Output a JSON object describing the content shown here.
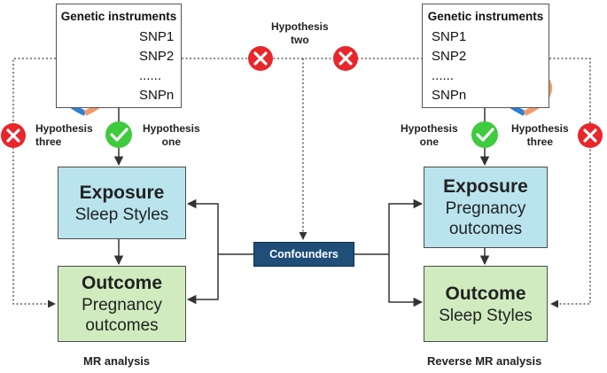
{
  "left": {
    "genetic_title": "Genetic instruments",
    "snps": [
      "SNP1",
      "SNP2",
      "......",
      "SNPn"
    ],
    "exposure_title": "Exposure",
    "exposure_sub_lines": [
      "Sleep Styles"
    ],
    "outcome_title": "Outcome",
    "outcome_sub_lines": [
      "Pregnancy",
      "outcomes"
    ],
    "hypothesis_one": [
      "Hypothesis",
      "one"
    ],
    "hypothesis_three": [
      "Hypothesis",
      "three"
    ],
    "caption": "MR analysis"
  },
  "right": {
    "genetic_title": "Genetic instruments",
    "snps": [
      "SNP1",
      "SNP2",
      "......",
      "SNPn"
    ],
    "exposure_title": "Exposure",
    "exposure_sub_lines": [
      "Pregnancy",
      "outcomes"
    ],
    "outcome_title": "Outcome",
    "outcome_sub_lines": [
      "Sleep Styles"
    ],
    "hypothesis_one": [
      "Hypothesis",
      "one"
    ],
    "hypothesis_three": [
      "Hypothesis",
      "three"
    ],
    "caption": "Reverse MR analysis"
  },
  "center": {
    "hypothesis_two": [
      "Hypothesis",
      "two"
    ],
    "confounders": "Confounders"
  },
  "colors": {
    "exposure_fill": "#b9e4ee",
    "outcome_fill": "#d0ecbf",
    "confounders_fill": "#1f4e79",
    "check_green": "#3ecb3e",
    "cross_red": "#e8262b"
  }
}
